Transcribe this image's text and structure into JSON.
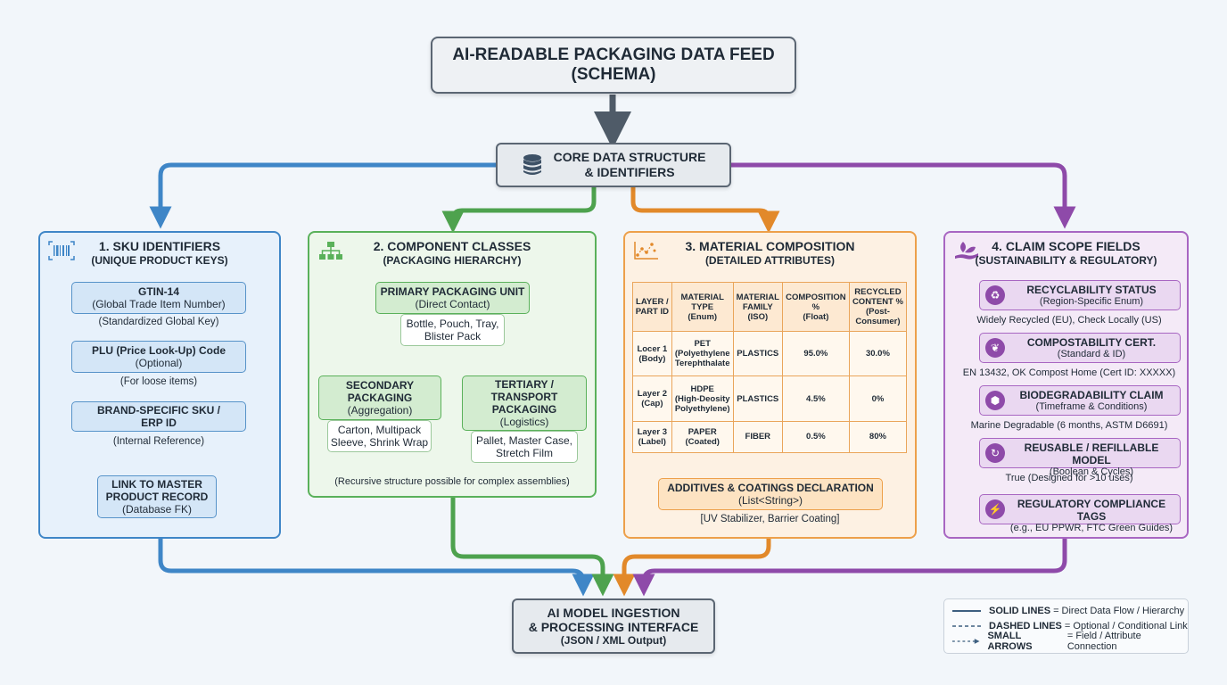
{
  "title": {
    "line1": "AI-READABLE PACKAGING DATA FEED",
    "line2": "(SCHEMA)"
  },
  "core": {
    "line1": "CORE DATA STRUCTURE",
    "line2": "& IDENTIFIERS",
    "icon": "database-icon"
  },
  "colors": {
    "blue": "#3f86c7",
    "green": "#5ab15a",
    "orange": "#eda04a",
    "purple": "#8e4aa9",
    "gray": "#4f5b68"
  },
  "sku": {
    "title": "1. SKU IDENTIFIERS",
    "subtitle": "(UNIQUE PRODUCT KEYS)",
    "icon": "barcode-icon",
    "gtin": {
      "title": "GTIN-14",
      "desc": "(Global Trade Item Number)",
      "note": "(Standardized Global Key)"
    },
    "plu": {
      "title": "PLU (Price Look-Up) Code",
      "desc": "(Optional)",
      "note": "(For loose items)"
    },
    "brand": {
      "title1": "BRAND-SPECIFIC SKU /",
      "title2": "ERP ID",
      "note": "(Internal Reference)"
    },
    "master": {
      "title1": "LINK TO MASTER",
      "title2": "PRODUCT RECORD",
      "desc": "(Database FK)"
    }
  },
  "components": {
    "title": "2. COMPONENT CLASSES",
    "subtitle": "(PACKAGING HIERARCHY)",
    "icon": "hierarchy-icon",
    "primary": {
      "title": "PRIMARY PACKAGING UNIT",
      "desc": "(Direct Contact)",
      "ex1": "Bottle, Pouch, Tray,",
      "ex2": "Blister Pack"
    },
    "secondary": {
      "title1": "SECONDARY",
      "title2": "PACKAGING",
      "desc": "(Aggregation)",
      "ex1": "Carton, Multipack",
      "ex2": "Sleeve, Shrink Wrap"
    },
    "tertiary": {
      "title1": "TERTIARY /",
      "title2": "TRANSPORT",
      "title3": "PACKAGING",
      "desc": "(Logistics)",
      "ex1": "Pallet, Master Case,",
      "ex2": "Stretch Film"
    },
    "note": "(Recursive structure possible for complex assemblies)"
  },
  "material": {
    "title": "3. MATERIAL COMPOSITION",
    "subtitle": "(DETAILED ATTRIBUTES)",
    "icon": "scatter-chart-icon",
    "headers": [
      [
        "LAYER /",
        "PART ID"
      ],
      [
        "MATERIAL",
        "TYPE",
        "(Enum)"
      ],
      [
        "MATERIAL",
        "FAMILY",
        "(ISO)"
      ],
      [
        "COMPOSITION",
        "%",
        "(Float)"
      ],
      [
        "RECYCLED",
        "CONTENT %",
        "(Post-",
        "Consumer)"
      ]
    ],
    "rows": [
      {
        "layer": [
          "Locer 1",
          "(Body)"
        ],
        "type": [
          "PET",
          "(Polyethylene",
          "Terephthalate"
        ],
        "family": "PLASTICS",
        "comp": "95.0%",
        "recycled": "30.0%"
      },
      {
        "layer": [
          "Layer 2",
          "(Cap)"
        ],
        "type": [
          "HDPE",
          "(High-Deosity",
          "Polyethylene)"
        ],
        "family": "PLASTICS",
        "comp": "4.5%",
        "recycled": "0%"
      },
      {
        "layer": [
          "Layer 3",
          "(Label)"
        ],
        "type": [
          "PAPER",
          "(Coated)"
        ],
        "family": "FIBER",
        "comp": "0.5%",
        "recycled": "80%"
      }
    ],
    "additives": {
      "title": "ADDITIVES & COATINGS DECLARATION",
      "desc": "(List<String>)",
      "value": "[UV Stabilizer, Barrier Coating]"
    }
  },
  "claims": {
    "title": "4. CLAIM SCOPE FIELDS",
    "subtitle": "(SUSTAINABILITY & REGULATORY)",
    "icon": "leaf-hand-icon",
    "items": [
      {
        "title": "RECYCLABILITY STATUS",
        "desc": "(Region-Specific Enum)",
        "value": "Widely Recycled (EU), Check Locally (US)",
        "icon": "recycle-icon",
        "glyph": "♻"
      },
      {
        "title": "COMPOSTABILITY CERT.",
        "desc": "(Standard & ID)",
        "value": "EN 13432, OK Compost Home (Cert ID: XXXXX)",
        "icon": "leaf-icon",
        "glyph": "❦"
      },
      {
        "title": "BIODEGRADABILITY CLAIM",
        "desc": "(Timeframe & Conditions)",
        "value": "Marine Degradable (6 months, ASTM D6691)",
        "icon": "cube-icon",
        "glyph": "⬢"
      },
      {
        "title": "REUSABLE / REFILLABLE MODEL",
        "desc": "(Boolean & Cycles)",
        "value": "True (Designed for >10 uses)",
        "icon": "refresh-icon",
        "glyph": "↻"
      },
      {
        "title": "REGULATORY COMPLIANCE TAGS",
        "desc": "(e.g., EU PPWR, FTC Green Guides)",
        "value": "",
        "icon": "lightning-icon",
        "glyph": "⚡"
      }
    ]
  },
  "ingestion": {
    "line1": "AI MODEL INGESTION",
    "line2": "& PROCESSING INTERFACE",
    "line3": "(JSON / XML Output)"
  },
  "legend": [
    {
      "key": "SOLID LINES",
      "text": "= Direct Data Flow / Hierarchy",
      "style": "solid"
    },
    {
      "key": "DASHED LINES",
      "text": "= Optional / Conditional Link",
      "style": "dashed"
    },
    {
      "key": "SMALL ARROWS",
      "text": "= Field / Attribute Connection",
      "style": "arrow"
    }
  ]
}
